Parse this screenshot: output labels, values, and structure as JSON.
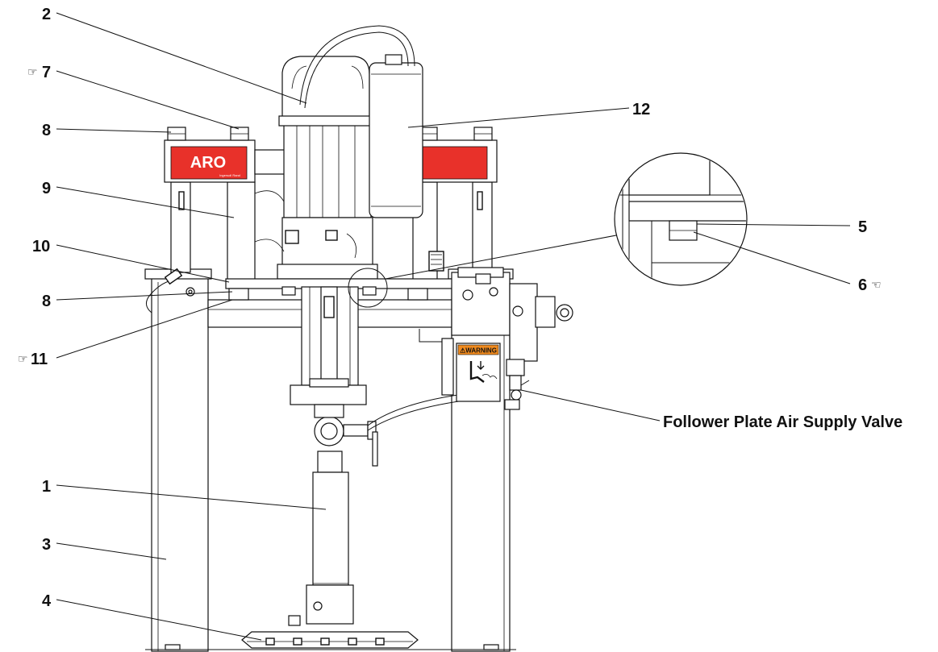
{
  "callouts": {
    "c1": "1",
    "c2": "2",
    "c3": "3",
    "c4": "4",
    "c5": "5",
    "c6": "6",
    "c7": "7",
    "c8a": "8",
    "c8b": "8",
    "c9": "9",
    "c10": "10",
    "c11": "11",
    "c12": "12",
    "valve": "Follower Plate Air Supply Valve"
  },
  "markings": {
    "brand": "ARO",
    "warning": "⚠WARNING",
    "brand_small": "Ingersoll Rand"
  },
  "icons": {
    "note_pointer": "hand-pointer-icon"
  },
  "colors": {
    "brand_red": "#e8312a",
    "warning_orange": "#f08a1e",
    "line": "#111111"
  }
}
